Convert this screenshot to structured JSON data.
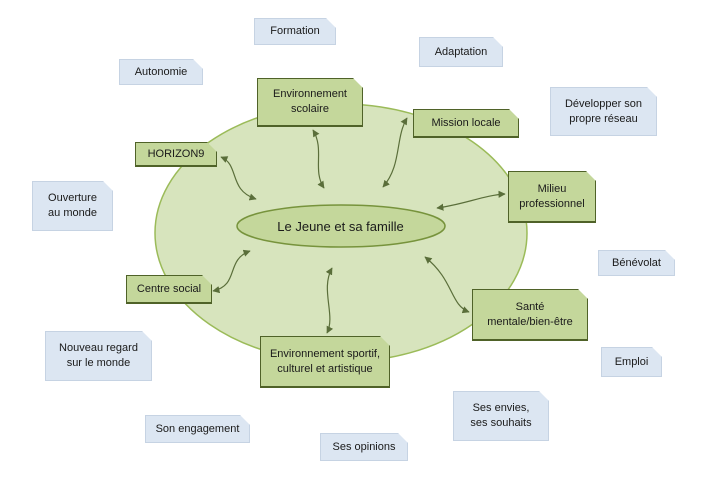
{
  "center": {
    "label": "Le Jeune et sa famille"
  },
  "inner_nodes": {
    "scolaire": [
      "Environnement",
      "scolaire"
    ],
    "mission": [
      "Mission locale"
    ],
    "horizon": [
      "HORIZON9"
    ],
    "pro": [
      "Milieu",
      "professionnel"
    ],
    "social": [
      "Centre social"
    ],
    "sante": [
      "Santé",
      "mentale/bien-être"
    ],
    "sportif": [
      "Environnement sportif,",
      "culturel et artistique"
    ]
  },
  "outer_nodes": {
    "formation": [
      "Formation"
    ],
    "adaptation": [
      "Adaptation"
    ],
    "autonomie": [
      "Autonomie"
    ],
    "reseau": [
      "Développer son",
      "propre réseau"
    ],
    "ouverture": [
      "Ouverture",
      "au monde"
    ],
    "benevolat": [
      "Bénévolat"
    ],
    "regard": [
      "Nouveau regard",
      "sur le monde"
    ],
    "emploi": [
      "Emploi"
    ],
    "envies": [
      "Ses envies,",
      "ses souhaits"
    ],
    "engagement": [
      "Son engagement"
    ],
    "opinions": [
      "Ses opinions"
    ]
  },
  "colors": {
    "ellipse_fill": "#d7e4bd",
    "ellipse_stroke": "#9bbb59",
    "center_fill": "#c4d79b",
    "center_stroke": "#77933c",
    "arrow": "#5a6e3a",
    "inner_fill": "#c4d79b",
    "outer_fill": "#dce6f2"
  }
}
